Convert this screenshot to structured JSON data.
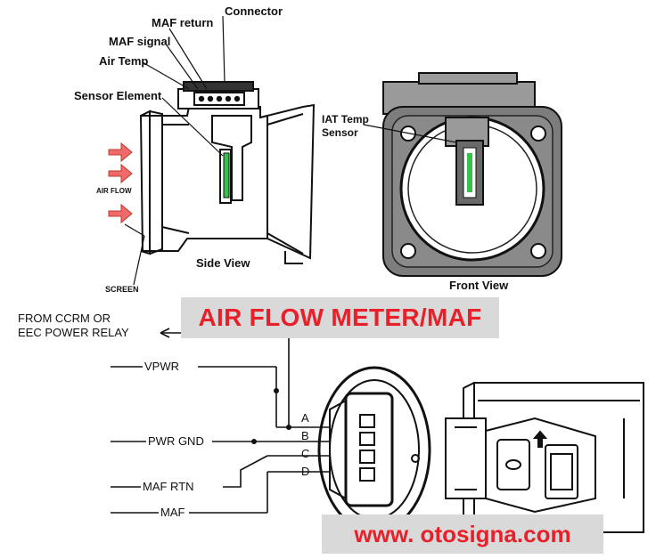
{
  "top_labels": {
    "connector": "Connector",
    "maf_return": "MAF return",
    "maf_signal": "MAF signal",
    "air_temp": "Air Temp",
    "sensor_element": "Sensor Element",
    "air_flow": "AIR FLOW",
    "screen": "SCREEN",
    "side_view": "Side View",
    "iat_temp_sensor_line1": "IAT Temp",
    "iat_temp_sensor_line2": "Sensor",
    "front_view": "Front View"
  },
  "title_banner": "AIR FLOW METER/MAF",
  "wiring": {
    "source_line1": "FROM CCRM OR",
    "source_line2": "EEC POWER RELAY",
    "wires": [
      {
        "name": "VPWR",
        "pin": "A"
      },
      {
        "name": "PWR GND",
        "pin": "B"
      },
      {
        "name": "",
        "pin": "C"
      },
      {
        "name": "MAF RTN",
        "pin": "D"
      },
      {
        "name": "MAF",
        "pin": ""
      }
    ]
  },
  "website": "www. otosigna.com",
  "colors": {
    "accent_red": "#e8202a",
    "sensor_green": "#35c24a",
    "banner_gray": "#d9d9d9",
    "arrow_red": "#ef6b6b"
  }
}
